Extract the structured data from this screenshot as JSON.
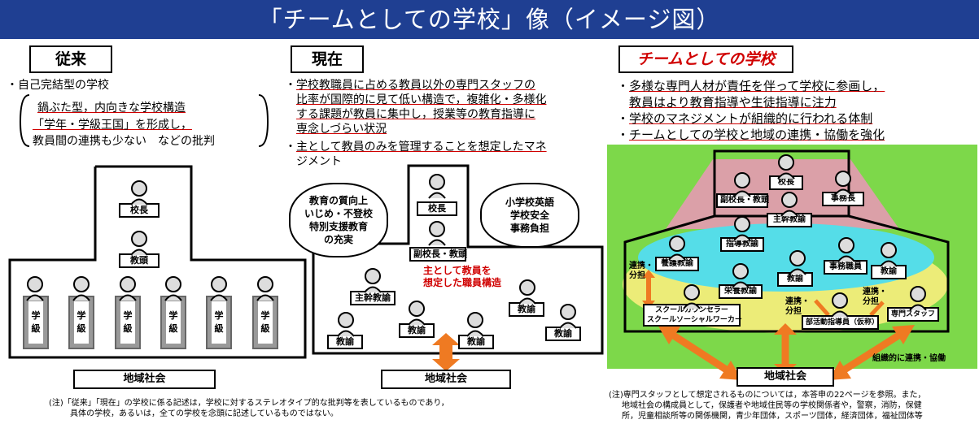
{
  "title": "「チームとしての学校」像（イメージ図）",
  "col1": {
    "heading": "従来",
    "lines": [
      "・自己完結型の学校",
      "鍋ぶた型，内向きな学校構造",
      "「学年・学級王国」を形成し，",
      "教員間の連携も少ない　などの批判"
    ],
    "principal": "校長",
    "vice": "教頭",
    "class_label": "学級",
    "community": "地域社会"
  },
  "col2": {
    "heading": "現在",
    "bullet1": [
      "学校教職員に占める教員以外の専門スタッフの",
      "比率が国際的に見て低い構造で，複雑化・多様化",
      "する課題が教員に集中し，授業等の教育指導に",
      "専念しづらい状況"
    ],
    "bullet2": [
      "主として教員のみを管理することを想定したマネ",
      "ジメント"
    ],
    "principal": "校長",
    "vice": "副校長・教頭",
    "chief": "主幹教諭",
    "teacher": "教諭",
    "cloud_left": [
      "教育の質向上",
      "いじめ・不登校",
      "特別支援教育",
      "の充実"
    ],
    "cloud_right": [
      "小学校英語",
      "学校安全",
      "事務負担"
    ],
    "red_note": [
      "主として教員を",
      "想定した職員構造"
    ],
    "community": "地域社会"
  },
  "col3": {
    "heading": "チームとしての学校",
    "bullets": [
      "多様な専門人材が責任を伴って学校に参画し，",
      "教員はより教育指導や生徒指導に注力",
      "学校のマネジメントが組織的に行われる体制",
      "チームとしての学校と地域の連携・協働を強化"
    ],
    "principal": "校長",
    "vice": "副校長・教頭",
    "admin": "事務長",
    "chief": "主幹教諭",
    "guide": "指導教諭",
    "nurse_t": "養護教諭",
    "clerk": "事務職員",
    "teacher": "教諭",
    "nutrition": "栄養教諭",
    "counselor": [
      "スクールカウンセラー",
      "スクールソーシャルワーカー"
    ],
    "club": "部活動指導員（仮称）",
    "specialist": "専門スタッフ",
    "share": "連携・分担",
    "coop": "組織的に連携・協働",
    "community": "地域社会"
  },
  "note_left": [
    "(注)「従来」「現在」の学校に係る記述は，学校に対するステレオタイプ的な批判等を表しているものであり，",
    "具体の学校，あるいは，全ての学校を念頭に記述しているものではない。"
  ],
  "note_right": [
    "(注)専門スタッフとして想定されるものについては，本答申の22ページを参照。また，",
    "地域社会の構成員として，保護者や地域住民等の学校関係者や，警察，消防，保健",
    "所，児童相談所等の関係機関，青少年団体，スポーツ団体，経済団体，福祉団体等"
  ],
  "colors": {
    "banner": "#1f3f92",
    "red": "#d00000",
    "green": "#7dd84a",
    "ellipse": "#ecec78",
    "cyan": "#55dde8",
    "pink": "#dba0a8",
    "orange": "#ef7a22"
  }
}
